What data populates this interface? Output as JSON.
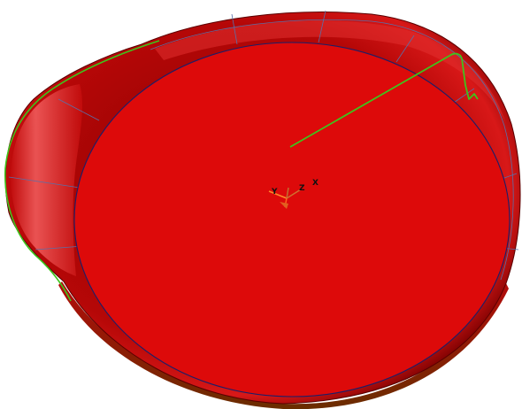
{
  "scene": {
    "part_color": "#dd0a0a",
    "edge_color": "#5a6fa8",
    "toolpath_color": "#3ec41c",
    "background_color": "#ffffff"
  },
  "triad": {
    "axis_y_label": "Y",
    "axis_z_label": "Z",
    "axis_x_label": "X"
  }
}
